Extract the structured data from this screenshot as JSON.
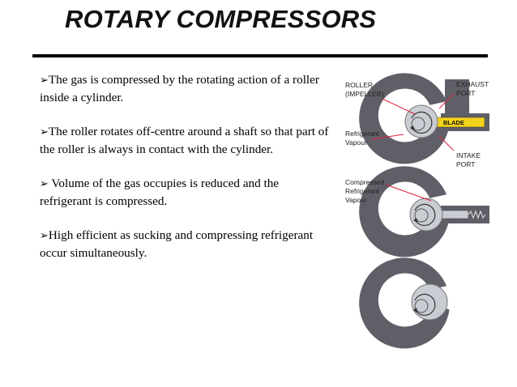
{
  "slide": {
    "title": "ROTARY COMPRESSORS",
    "bullets": [
      "The gas is compressed by the rotating action of a roller inside a cylinder.",
      "The roller rotates  off-centre around a shaft so that part of the roller is always in contact with the cylinder.",
      " Volume of the gas occupies is reduced and the refrigerant is compressed.",
      "High efficient  as  sucking and compressing refrigerant occur simultaneously."
    ],
    "bullet_glyph": "➢"
  },
  "diagram": {
    "labels": {
      "roller_line1": "ROLLER",
      "roller_line2": "(IMPELLER)",
      "exhaust_line1": "EXHAUST",
      "exhaust_line2": "PORT",
      "blade": "BLADE",
      "refrigerant_line1": "Refrigerant",
      "refrigerant_line2": "Vapour",
      "intake_line1": "INTAKE",
      "intake_line2": "PORT",
      "compressed_line1": "Compressed",
      "compressed_line2": "Refrigerant",
      "compressed_line3": "Vapour"
    },
    "colors": {
      "cylinder": "#5f5f68",
      "roller": "#c9ccd3",
      "blade": "#f2d21a",
      "leader": "#e0203a"
    }
  }
}
